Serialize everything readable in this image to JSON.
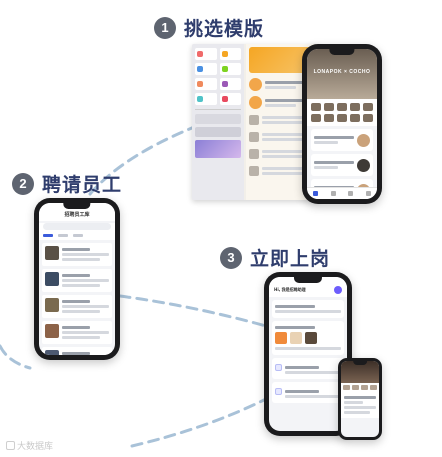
{
  "steps": [
    {
      "num": "1",
      "title": "挑选模版"
    },
    {
      "num": "2",
      "title": "聘请员工"
    },
    {
      "num": "3",
      "title": "立即上岗"
    }
  ],
  "mockups": {
    "template_store": {
      "brand": "LONAPOK × COCHO"
    },
    "job_list": {
      "app_title": "招聘员工库"
    },
    "publish": {
      "greeting": "Hi, 我是招聘助理"
    }
  },
  "watermark": {
    "text": "大数据库"
  },
  "colors": {
    "step_title": "#2f3d6d",
    "step_badge": "#5e6470",
    "curve": "#a9c2d8",
    "accent_purple": "#6d5dfc",
    "accent_orange": "#f5a623"
  }
}
